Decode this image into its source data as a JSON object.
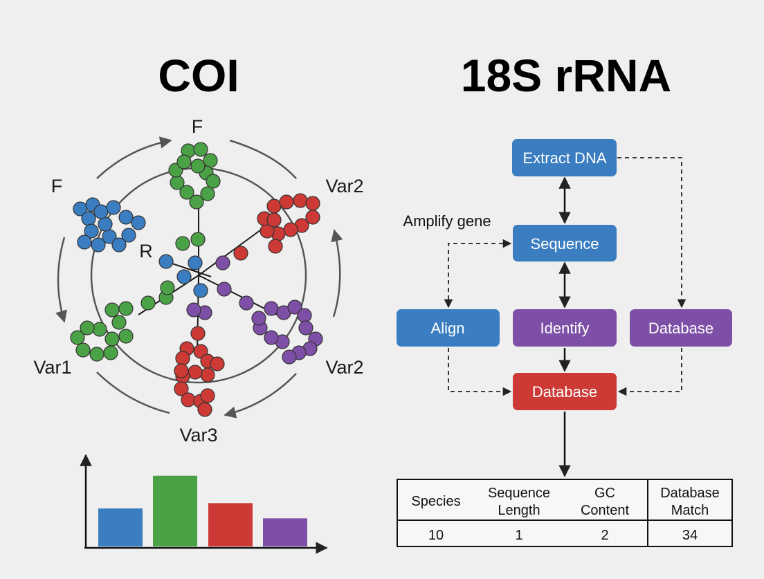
{
  "titles": {
    "left": "COI",
    "right": "18S rRNA"
  },
  "colors": {
    "blue": "#3a7dc0",
    "green": "#4ba146",
    "red": "#cd3a35",
    "purple": "#7e4fa6",
    "arrow": "#555555",
    "background": "#efefef"
  },
  "coi": {
    "labels": {
      "f_top": "F",
      "f_left": "F",
      "var2_top": "Var2",
      "var1": "Var1",
      "var2_bottom": "Var2",
      "var3": "Var3",
      "r": "R"
    }
  },
  "bar_chart": {
    "chart_data": {
      "type": "bar",
      "categories": [
        "blue",
        "green",
        "red",
        "purple"
      ],
      "values": [
        0.5,
        0.93,
        0.57,
        0.37
      ],
      "colors": [
        "#3a7dc0",
        "#4ba146",
        "#cd3a35",
        "#7e4fa6"
      ],
      "title": "",
      "xlabel": "",
      "ylabel": ""
    }
  },
  "flow": {
    "extract": "Extract DNA",
    "sequence": "Sequence",
    "amplify_label": "Amplify gene",
    "align": "Align",
    "identify": "Identify",
    "database_right": "Database",
    "database_main": "Database"
  },
  "table": {
    "headers": [
      [
        "Species"
      ],
      [
        "Sequence",
        "Length"
      ],
      [
        "GC",
        "Content"
      ],
      [
        "Database",
        "Match"
      ]
    ],
    "row": [
      "10",
      "1",
      "2",
      "34"
    ]
  }
}
